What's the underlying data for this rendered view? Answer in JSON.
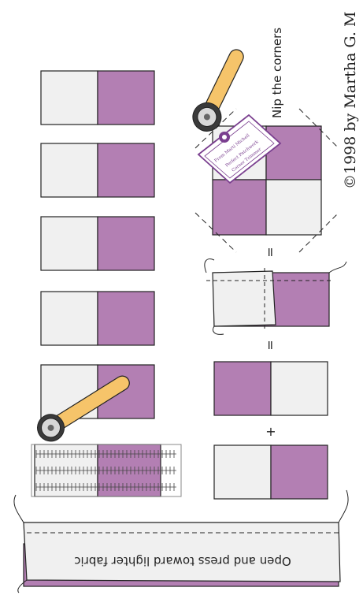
{
  "colors": {
    "purple": "#b37fb3",
    "light": "#f0f0f0",
    "stroke": "#222222",
    "cutter_handle": "#f6c46a",
    "cutter_blade": "#3a3a3a",
    "tool_purple": "#7a3f8f"
  },
  "labels": {
    "copyright": "©1998 by Martha G. M",
    "nip": "Nip the corners",
    "open_press": "Open and press toward lighter fabric",
    "plus": "+",
    "equals": "=",
    "equals2": "="
  },
  "tool": {
    "line1": "From Marti Michell",
    "line2": "Perfect Patchwork",
    "line3": "Corner Trimmer"
  },
  "icons": {
    "cutter": "rotary-cutter-icon",
    "ruler": "ruler-icon",
    "corner_trimmer": "corner-trimmer-icon"
  }
}
